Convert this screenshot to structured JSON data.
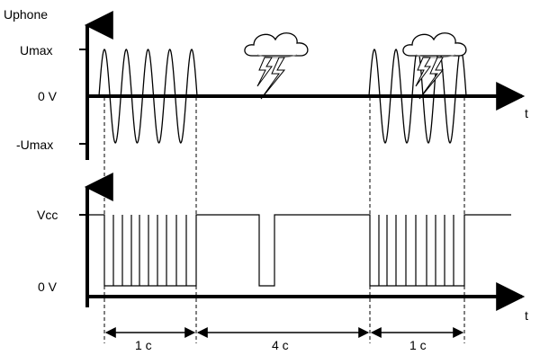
{
  "top_plot": {
    "y_axis_title": "Uphone",
    "y_labels": {
      "max": "Umax",
      "zero": "0 V",
      "min": "-Umax"
    },
    "x_axis_label": "t"
  },
  "bottom_plot": {
    "y_labels": {
      "high": "Vcc",
      "zero": "0 V"
    },
    "x_axis_label": "t"
  },
  "durations": {
    "first": "1 c",
    "middle": "4 c",
    "last": "1 c"
  },
  "icons": [
    "storm-cloud-icon",
    "lightning-bolt-icon"
  ]
}
